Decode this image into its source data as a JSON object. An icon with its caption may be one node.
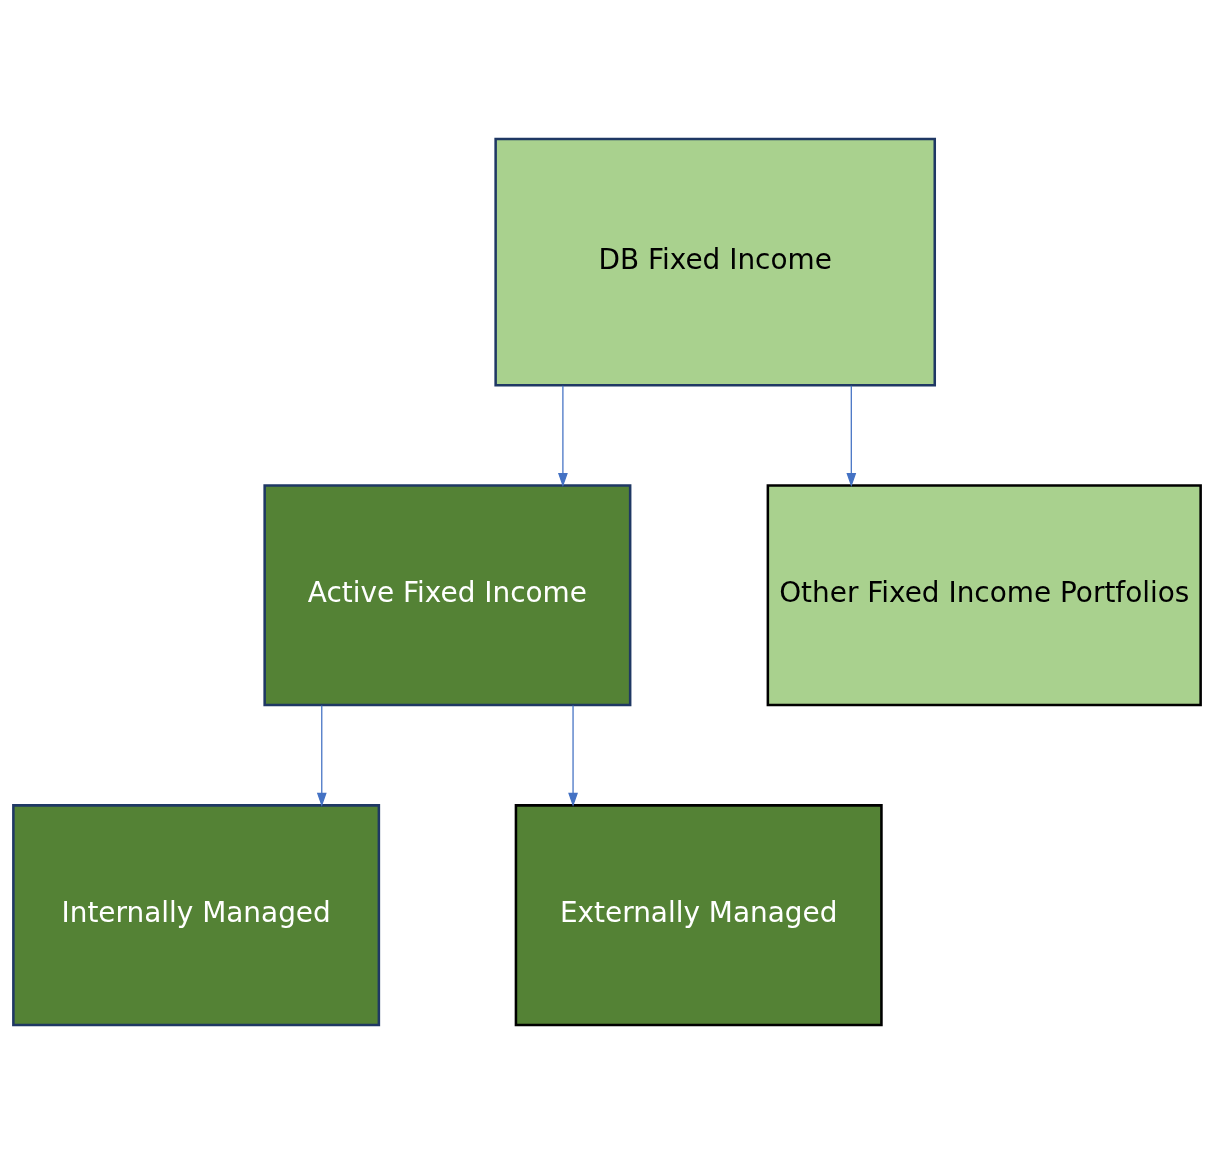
{
  "diagram": {
    "nodes": [
      {
        "text": [
          "DB Fixed Income"
        ]
      },
      {
        "text": [
          "Active Fixed Income"
        ]
      },
      {
        "text": [
          "Other Fixed Income Portfolios"
        ]
      },
      {
        "text": [
          "Internally Managed"
        ]
      },
      {
        "text": [
          "Externally Managed"
        ]
      }
    ],
    "edges": [
      {
        "from": 0,
        "to": 1,
        "arrow": "to"
      },
      {
        "from": 0,
        "to": 2,
        "arrow": "to"
      },
      {
        "from": 1,
        "to": 3,
        "arrow": "to"
      },
      {
        "from": 1,
        "to": 4,
        "arrow": "to"
      }
    ]
  }
}
